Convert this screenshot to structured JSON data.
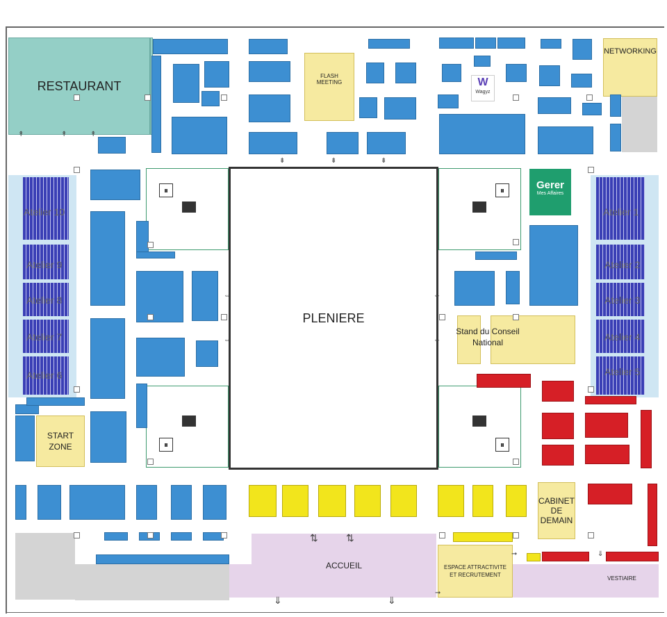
{
  "zones": {
    "restaurant": "RESTAURANT",
    "flash_meeting": "FLASH MEETING",
    "networking": "NETWORKING",
    "pleniere": "PLENIERE",
    "stand_conseil": "Stand du Conseil National",
    "start_zone": "START ZONE",
    "accueil": "ACCUEIL",
    "espace_attractivite": "ESPACE ATTRACTIVITE ET RECRUTEMENT",
    "cabinet_demain": "CABINET DE DEMAIN",
    "vestiaire": "VESTIAIRE"
  },
  "ateliers_left": [
    "Atelier 10",
    "Atelier 9",
    "Atelier 8",
    "Atelier 7",
    "Atelier 6"
  ],
  "ateliers_right": [
    "Atelier 1",
    "Atelier 2",
    "Atelier 3",
    "Atelier 4",
    "Atelier 5"
  ],
  "logos": {
    "wagyz": "Wagyz",
    "gerer": "Gerer",
    "gerer_sub": "Mes Affaires"
  },
  "colors": {
    "stand_blue": "#3d8fd2",
    "zone_yellow": "#f6eaa0",
    "stand_yellow": "#f2e51c",
    "stand_red": "#d61f26",
    "restaurant_teal": "#94cfc6",
    "accueil_lilac": "#e6d4ea",
    "gerer_green": "#1f9e6e"
  },
  "icons": [
    "restroom-icon",
    "fork-knife-icon",
    "door-icon",
    "arrow-icon"
  ]
}
